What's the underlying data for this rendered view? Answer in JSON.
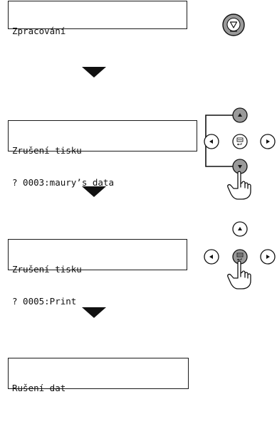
{
  "steps": [
    {
      "display": {
        "line1": "Zpracování",
        "line2": ""
      }
    },
    {
      "display": {
        "line1": "Zrušení tisku",
        "line2": "? 0003:maury’s data"
      }
    },
    {
      "display": {
        "line1": "Zrušení tisku",
        "line2": "? 0005:Print"
      }
    },
    {
      "display": {
        "line1": "Rušení dat",
        "line2": ""
      }
    }
  ],
  "icons": {
    "stop": "stop-button-icon",
    "up": "up-arrow-button-icon",
    "down": "down-arrow-button-icon",
    "left": "left-arrow-button-icon",
    "right": "right-arrow-button-icon",
    "ok": "ok-enter-button-icon",
    "hand": "pointing-hand-icon",
    "next": "flow-arrow-down-icon"
  },
  "colors": {
    "line": "#111111",
    "button_gray": "#9a9a9a",
    "button_white": "#ffffff"
  }
}
